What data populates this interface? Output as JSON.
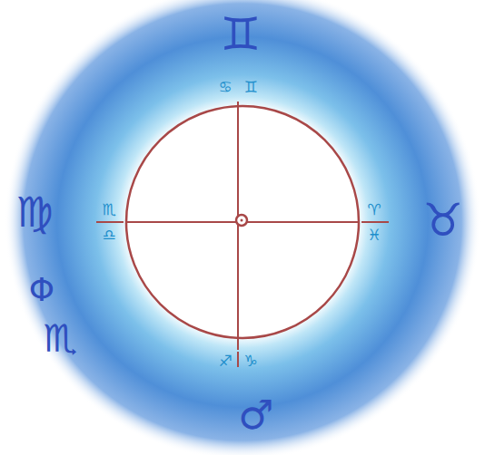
{
  "diagram": {
    "labels": [
      "♊",
      "♋",
      "♊",
      "♉",
      "♈",
      "♓",
      "♍",
      "Φ",
      "♏",
      "♏",
      "♎",
      "♐",
      "♑",
      "♂"
    ]
  }
}
